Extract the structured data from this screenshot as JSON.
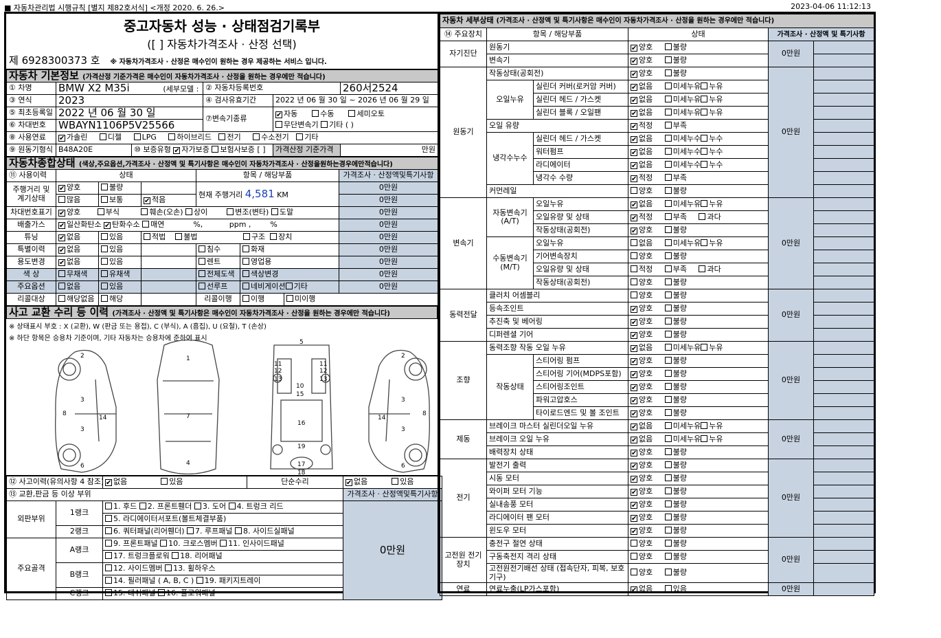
{
  "header": {
    "left": "■ 자동차관리법 시행규칙 [별지 제82호서식] <개정 2020. 6. 26.>",
    "right": "2023-04-06 11:12:13"
  },
  "title": {
    "main": "중고자동차 성능 · 상태점검기록부",
    "sub": "([   ] 자동차가격조사 · 산정 선택)",
    "number_label": "제 6928300373 호",
    "notice": "※ 자동차가격조사 · 산정은 매수인이 원하는 경우 제공하는 서비스 입니다."
  },
  "basic": {
    "section": "자동차 기본정보",
    "section_note": "(가격산정 기준가격은 매수인이 자동차가격조사 · 산정을 원하는 경우에만 적습니다)",
    "l_name": "① 차명",
    "name": "BMW X2 M35i",
    "l_model": "(세부모델 :",
    "model_close": ")",
    "l_reg": "② 자동차등록번호",
    "reg": "260서2524",
    "l_year": "③ 연식",
    "year": "2023",
    "l_valid": "④ 검사유효기간",
    "valid": "2022 년 06 월 30 일 ~ 2026 년 06 월 29 일",
    "l_first": "⑤ 최초등록일",
    "first": "2022 년 06 월 30 일",
    "l_trans": "⑦변속기종류",
    "trans_auto": "자동",
    "trans_manual": "수동",
    "trans_semi": "세미오토",
    "trans_cvt": "무단변속기",
    "trans_etc": "기타 (        )",
    "l_vin": "⑥ 차대번호",
    "vin": "WBAYN1106P5V25566",
    "l_fuel": "⑧ 사용연료",
    "fuels": [
      "가솔린",
      "디젤",
      "LPG",
      "하이브리드",
      "전기",
      "수소전기",
      "기타"
    ],
    "l_engine": "⑨ 원동기형식",
    "engine": "B48A20E",
    "l_warranty": "⑩ 보증유형",
    "warranty_self": "자가보증",
    "warranty_ins": "보험사보증 [   ]",
    "price_basis": "가격산정 기준가격",
    "price_unit": "만원"
  },
  "overall": {
    "section": "자동차종합상태",
    "section_note": "(색상,주요옵션,가격조사 · 산정액 및 특기사항은 매수인이 자동차가격조사 · 산정을원하는경우에만적습니다)",
    "h_usage": "⑪ 사용이력",
    "h_state": "상태",
    "h_item": "항목 / 해당부품",
    "h_price": "가격조사 · 산정액및특기사항",
    "r_mileage": "주행거리 및 계기상태",
    "good": "양호",
    "bad": "불량",
    "many": "많음",
    "normal": "보통",
    "few": "적음",
    "mileage_label": "현재 주행거리",
    "mileage": "4,581",
    "km": "KM",
    "r_vin": "차대번호표기",
    "vin_opts": [
      "양호",
      "부식",
      "훼손(오손)",
      "상이",
      "변조(변타)",
      "도말"
    ],
    "r_emission": "배출가스",
    "em_co": "일산화탄소",
    "em_hc": "탄화수소",
    "em_smoke": "매연",
    "pct": "%,",
    "ppm": "ppm ,",
    "pct2": "%",
    "r_tuning": "튜닝",
    "none": "없음",
    "exist": "있음",
    "legal": "적법",
    "illegal": "불법",
    "structure": "구조",
    "device": "장치",
    "r_special": "특별이력",
    "flood": "침수",
    "fire": "화재",
    "r_purpose": "용도변경",
    "rent": "렌트",
    "business": "영업용",
    "r_color": "색 상",
    "achromatic": "무채색",
    "chromatic": "유채색",
    "full_paint": "전체도색",
    "color_change": "색상변경",
    "r_option": "주요옵션",
    "sunroof": "선루프",
    "navi": "네비게이션",
    "etc": "기타",
    "r_recall": "리콜대상",
    "not_applicable": "해당없음",
    "applicable": "해당",
    "recall_done": "리콜이행",
    "done": "이행",
    "not_done": "미이행",
    "price": "0만원"
  },
  "accident": {
    "section": "사고 교환 수리 등 이력",
    "section_note": "(가격조사 · 산정액 및 특기사항은 매수인이 자동차가격조사 · 산정을 원하는 경우에만 적습니다)",
    "note1": "※ 상태표시 부호 : X (교환), W (판금 또는 용접), C (부식), A (흠집), U (요철), T (손상)",
    "note2": "※ 하단 항목은 승용차 기준이며, 기타 자동차는 승용차에 준하여 표시",
    "l_history": "⑫ 사고이력(유의사항 4 참조)",
    "none": "없음",
    "exist": "있음",
    "simple": "단순수리",
    "l_parts": "⑬ 교환,판금 등 이상 부위",
    "h_price": "가격조사 · 산정액및특기사항",
    "outer": "외판부위",
    "rank1": "1랭크",
    "rank2": "2랭크",
    "main_frame": "주요골격",
    "rankA": "A랭크",
    "rankB": "B랭크",
    "rankC": "C랭크",
    "rank1_items": [
      "1. 후드",
      "2. 프론트휀더",
      "3. 도어",
      "4. 트렁크 리드"
    ],
    "rank1_items2": [
      "5. 라디에이터서포트(볼트체결부품)"
    ],
    "rank2_items": [
      "6. 쿼터패널(리어휀더)",
      "7. 루프패널",
      "8. 사이드실패널"
    ],
    "rankA_items": [
      "9. 프론트패널",
      "10. 크로스멤버",
      "11. 인사이드패널"
    ],
    "rankA_items2": [
      "17. 트렁크플로워",
      "18. 리어패널"
    ],
    "rankB_items": [
      "12. 사이드멤버",
      "13. 휠하우스"
    ],
    "rankB_items2": "14. 필러패널 (   A,    B,    C )",
    "rankB_items3": "19. 패키지트레이",
    "rankC_items": [
      "15. 대쉬패널",
      "16. 플로워패널"
    ],
    "price": "0만원"
  },
  "detail": {
    "section": "자동차 세부상태",
    "section_note": "(가격조사 · 산정액 및 특기사항은 매수인이 자동차가격조사 · 산정을 원하는 경우에만 적습니다)",
    "h_main": "⑭ 주요장치",
    "h_item": "항목 / 해당부품",
    "h_state": "상태",
    "h_price": "가격조사 · 산정액 및 특기사항",
    "price": "0만원",
    "g_self": "자기진단",
    "g_engine": "원동기",
    "g_trans": "변속기",
    "g_power": "동력전달",
    "g_steer": "조향",
    "g_brake": "제동",
    "g_elec": "전기",
    "g_hv": "고전원 전기장치",
    "g_fuel": "연료",
    "engine": "원동기",
    "transmission": "변속기",
    "op_state": "작동상태(공회전)",
    "oil_leak": "오일누유",
    "cyl_cover": "실린더 커버(로커암 커버)",
    "cyl_head": "실린더 헤드 / 가스켓",
    "cyl_block": "실린더 블록 / 오일팬",
    "oil_level": "오일 유량",
    "coolant_leak": "냉각수누수",
    "cool_head": "실린더 헤드 / 가스켓",
    "water_pump": "워터펌프",
    "radiator": "라디에이터",
    "coolant_level": "냉각수 수량",
    "common_rail": "커먼레일",
    "at": "자동변속기 (A/T)",
    "at_leak": "오일누유",
    "at_level": "오일유량 및 상태",
    "at_op": "작동상태(공회전)",
    "mt": "수동변속기 (M/T)",
    "mt_leak": "오일누유",
    "mt_gear": "기어변속장치",
    "mt_level": "오일유량 및 상태",
    "mt_op": "작동상태(공회전)",
    "clutch": "클러치 어셈블리",
    "cv_joint": "등속조인트",
    "shaft": "추진축 및 베어링",
    "diff": "디퍼렌셜 기어",
    "ps_leak": "동력조향 작동 오일 누유",
    "op_status": "작동상태",
    "st_pump": "스티어링 펌프",
    "st_gear": "스티어링 기어(MDPS포함)",
    "st_joint": "스티어링조인트",
    "hose": "파워고압호스",
    "tie_rod": "타이로드엔드 및 볼 조인트",
    "br_master": "브레이크 마스터 실린더오일 누유",
    "br_oil": "브레이크 오일 누유",
    "br_booster": "배력장치 상태",
    "alt": "발전기 출력",
    "starter": "시동 모터",
    "wiper": "와이퍼 모터 기능",
    "blower": "실내송풍 모터",
    "fan": "라디에이터 팬 모터",
    "window": "윈도우 모터",
    "hv_insul": "충전구 절연 상태",
    "hv_batt": "구동축전지 격리 상태",
    "hv_wire": "고전원전기배선 상태 (접속단자, 피복, 보호기구)",
    "fuel_leak": "연료누출(LP가스포함)",
    "good": "양호",
    "bad": "불량",
    "none": "없음",
    "minor": "미세누유",
    "leak": "누유",
    "minor_w": "미세누수",
    "leak_w": "누수",
    "proper": "적정",
    "low": "부족",
    "over": "과다",
    "exist": "있음"
  }
}
